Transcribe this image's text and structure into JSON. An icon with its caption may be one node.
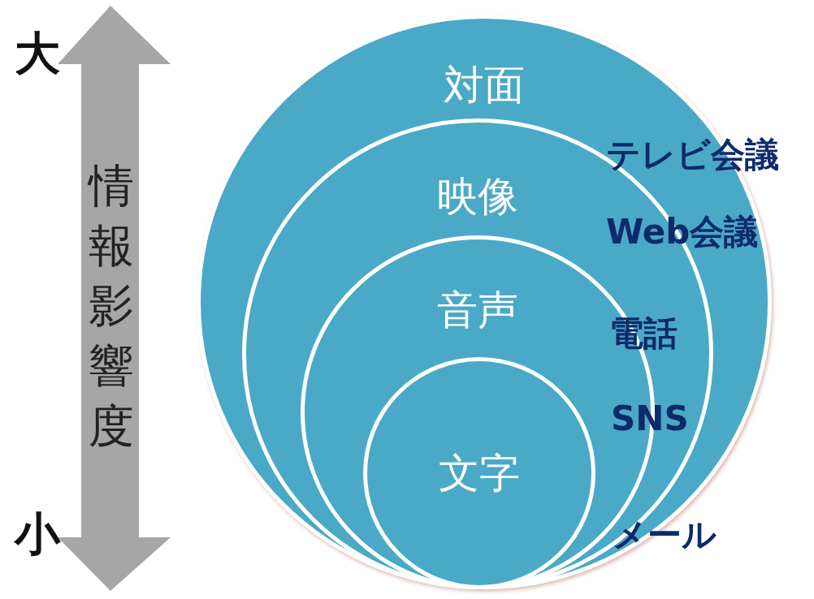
{
  "diagram": {
    "nodes": [
      {
        "text": [
          "対面"
        ]
      },
      {
        "text": [
          "映像"
        ],
        "in": 0
      },
      {
        "text": [
          "音声"
        ],
        "in": 1
      },
      {
        "text": [
          "文字"
        ],
        "in": 2
      }
    ],
    "labels": [
      "大",
      "情報影響度",
      "小",
      "テレビ会議",
      "Web会議",
      "電話",
      "SNS",
      "メール"
    ]
  }
}
